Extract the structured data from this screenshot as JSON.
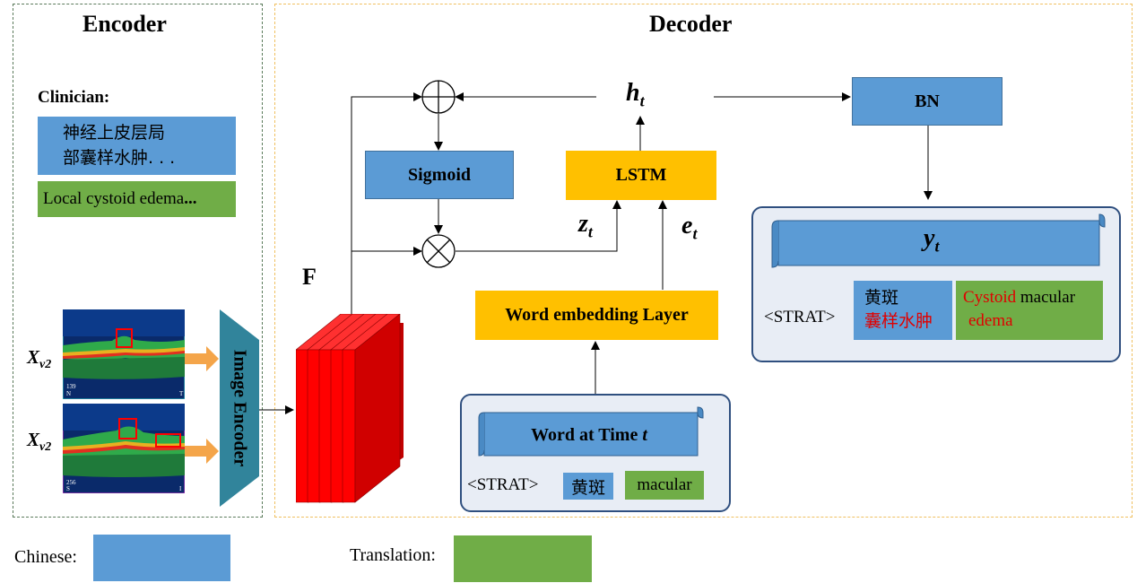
{
  "encoder": {
    "title": "Encoder",
    "clinician_label": "Clinician:",
    "chinese_text_line1": "神经上皮层局",
    "chinese_text_line2": "部囊样水肿. . .",
    "translation_text": "Local cystoid edema",
    "translation_ellipsis": "...",
    "input_label_1": "X",
    "input_sub_1": "v2",
    "input_label_2": "X",
    "input_sub_2": "v2",
    "oct_scale_1": "139",
    "oct_dir_1a": "N",
    "oct_dir_1b": "T",
    "oct_scale_2": "256",
    "oct_dir_2a": "S",
    "oct_dir_2b": "I",
    "image_encoder_label": "Image Encoder"
  },
  "decoder": {
    "title": "Decoder",
    "feature_label": "F",
    "hidden_label": "h",
    "hidden_sub": "t",
    "context_label": "z",
    "context_sub": "t",
    "embed_label": "e",
    "embed_sub": "t",
    "sigmoid_label": "Sigmoid",
    "lstm_label": "LSTM",
    "bn_label": "BN",
    "word_embedding_label": "Word embedding Layer",
    "word_at_time_label": "Word at Time ",
    "word_at_time_var": "t",
    "input_start_token": "<STRAT>",
    "input_chinese_word": "黄斑",
    "input_translation_word": "macular",
    "output_label": "y",
    "output_sub": "t",
    "output_start_token": "<STRAT>",
    "output_chinese_line1": "黄斑",
    "output_chinese_line2": "囊样水肿",
    "output_translation_red": "Cystoid",
    "output_translation_black": " macular",
    "output_translation_line2": "edema"
  },
  "legend": {
    "chinese_label": "Chinese:",
    "translation_label": "Translation:"
  },
  "colors": {
    "blue": "#5b9bd5",
    "yellow": "#ffc000",
    "green": "#70ad47",
    "red_text": "#e00000",
    "panel_bg": "#e8edf5",
    "panel_border": "#2f4f7f",
    "encoder_teal": "#31849b",
    "arrow_orange": "#f4a54a",
    "feature_red": "#ff0000"
  }
}
